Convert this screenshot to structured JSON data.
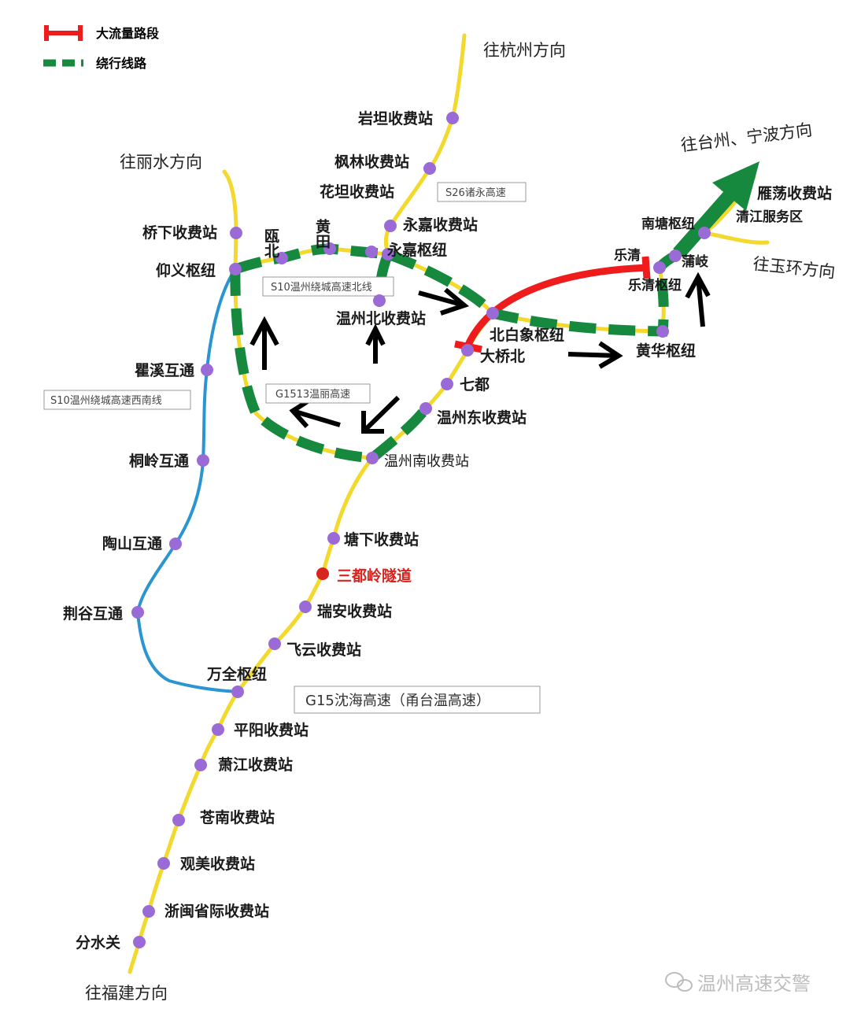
{
  "legend": {
    "heavy_traffic": "大流量路段",
    "detour": "绕行线路"
  },
  "colors": {
    "expressway": "#f2d92c",
    "ring_sw": "#2a95d0",
    "heavy": "#ee1c1c",
    "detour": "#16893f",
    "station": "#9a6ad6",
    "tunnel": "#d8231f"
  },
  "directions": {
    "hangzhou": "往杭州方向",
    "lishui": "往丽水方向",
    "taizhou_ningbo": "往台州、宁波方向",
    "yuhuan": "往玉环方向",
    "fujian": "往福建方向"
  },
  "roads": {
    "s26": "S26诸永高速",
    "s10_north": "S10温州绕城高速北线",
    "s10_southwest": "S10温州绕城高速西南线",
    "g1513": "G1513温丽高速",
    "g15": "G15沈海高速（甬台温高速）"
  },
  "stations": {
    "yantan": "岩坦收费站",
    "fenglin": "枫林收费站",
    "huatan": "花坦收费站",
    "yongjia": "永嘉收费站",
    "yongjia_hub": "永嘉枢纽",
    "oubei": "瓯北",
    "huangtian": "黄田",
    "qiaoxia": "桥下收费站",
    "yangyi_hub": "仰义枢纽",
    "wenzhou_north": "温州北收费站",
    "beibaixiang_hub": "北白象枢纽",
    "daqiaobei": "大桥北",
    "qidu": "七都",
    "wenzhou_east": "温州东收费站",
    "wenzhou_south": "温州南收费站",
    "tangxia": "塘下收费站",
    "sandouling_tunnel": "三都岭隧道",
    "ruian": "瑞安收费站",
    "feiyun": "飞云收费站",
    "wanquan_hub": "万全枢纽",
    "pingyang": "平阳收费站",
    "xiaojiang": "萧江收费站",
    "cangnan": "苍南收费站",
    "guanmei": "观美收费站",
    "zhemin": "浙闽省际收费站",
    "fenshuiguan": "分水关",
    "quxi": "瞿溪互通",
    "tongling": "桐岭互通",
    "taoshan": "陶山互通",
    "jinggu": "荆谷互通",
    "yueqing": "乐清",
    "yueqing_hub": "乐清枢纽",
    "puqi": "蒲岐",
    "nantang_hub": "南塘枢纽",
    "qingjiang": "清江服务区",
    "yandang": "雁荡收费站",
    "huanghua_hub": "黄华枢纽"
  },
  "watermark": "温州高速交警"
}
